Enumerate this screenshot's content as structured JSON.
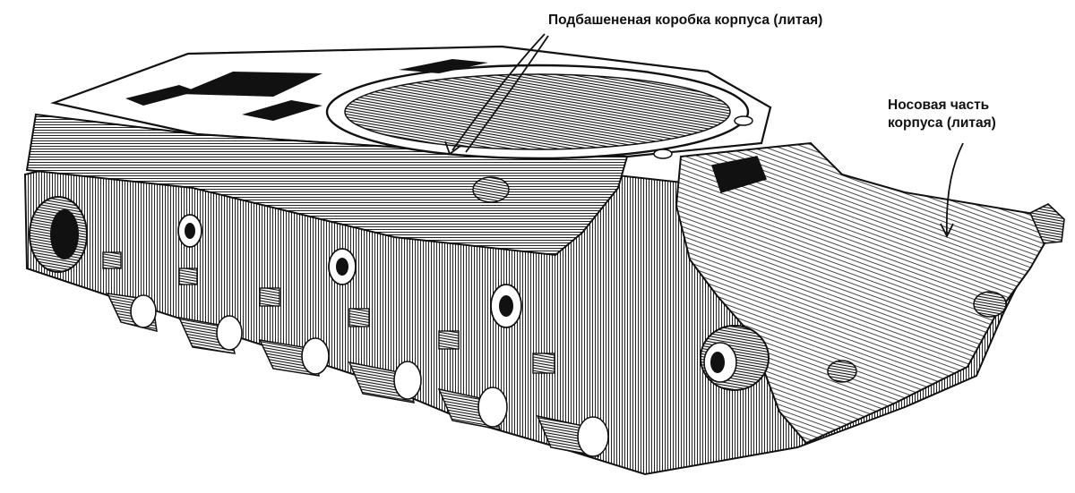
{
  "labels": {
    "turret_box": "Подбашененая коробка корпуса (литая)",
    "nose_line1": "Носовая часть",
    "nose_line2": "корпуса (литая)"
  },
  "colors": {
    "ink": "#111111",
    "paper": "#ffffff"
  }
}
